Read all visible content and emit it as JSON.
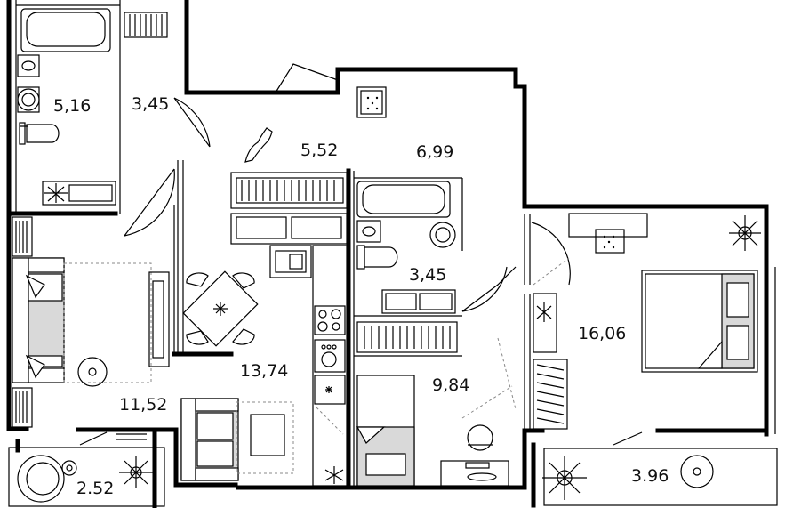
{
  "rooms": [
    {
      "id": "bath-1",
      "area": "5,16"
    },
    {
      "id": "hall-1",
      "area": "3,45"
    },
    {
      "id": "corridor",
      "area": "5,52"
    },
    {
      "id": "corridor-2",
      "area": "6,99"
    },
    {
      "id": "bath-2",
      "area": "3,45"
    },
    {
      "id": "bedroom-large",
      "area": "16,06"
    },
    {
      "id": "kitchen-living",
      "area": "13,74"
    },
    {
      "id": "bedroom-small",
      "area": "9,84"
    },
    {
      "id": "living-room",
      "area": "11,52"
    },
    {
      "id": "balcony-left",
      "area": "2.52"
    },
    {
      "id": "balcony-right",
      "area": "3.96"
    }
  ]
}
